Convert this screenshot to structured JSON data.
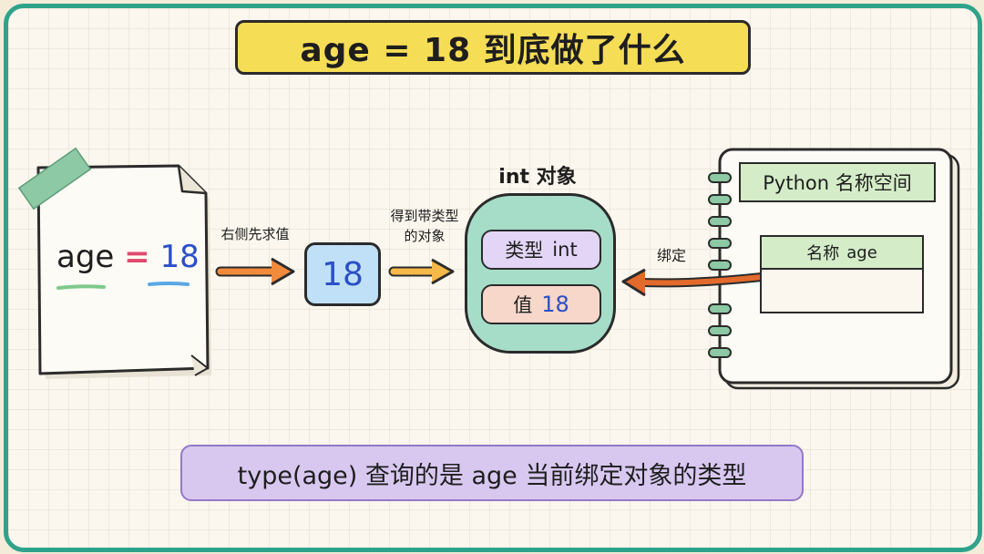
{
  "title": "age = 18  到底做了什么",
  "code": {
    "var": "age",
    "eq": "=",
    "num": "18"
  },
  "arrow1_label": "右侧先求值",
  "value_box": "18",
  "arrow2_label_line1": "得到带类型",
  "arrow2_label_line2": "的对象",
  "int_object": {
    "title": "int 对象",
    "type_label": "类型",
    "type_value": "int",
    "value_label": "值",
    "value_value": "18"
  },
  "bind_label": "绑定",
  "namespace": {
    "title": "Python 名称空间",
    "column_label": "名称",
    "column_value": "age"
  },
  "footer": "type(age)  查询的是  age  当前绑定对象的类型",
  "colors": {
    "frame": "#2fa38a",
    "title_bg": "#f6dd56",
    "value_blue": "#2a4fc7",
    "equals_pink": "#e04a6e",
    "int_object_bg": "#a6ddc8",
    "type_pill_bg": "#e3d5f5",
    "value_pill_bg": "#f6d7c9",
    "namespace_header_bg": "#d4ecc8",
    "footer_bg": "#d8c8f0",
    "arrow_orange": "#f28a3c",
    "arrow_yellow": "#f7b84a"
  }
}
